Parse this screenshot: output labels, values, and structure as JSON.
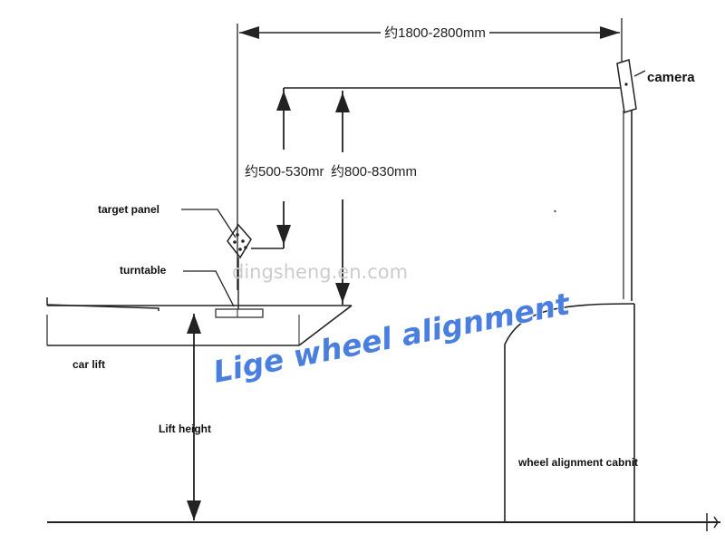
{
  "labels": {
    "camera": "camera",
    "target_panel": "target panel",
    "turntable": "turntable",
    "car_lift": "car lift",
    "lift_height": "Lift height",
    "cabinet": "wheel alignment cabnit"
  },
  "dimensions": {
    "width": "约1800-2800mm",
    "height_target": "约500-530mr",
    "height_camera": "约800-830mm"
  },
  "watermark": {
    "site": "dingsheng.en.com",
    "brand": "Lige wheel alignment"
  },
  "colors": {
    "line": "#222222",
    "brand": "#4a7fe0",
    "watermark": "#cccccc"
  }
}
